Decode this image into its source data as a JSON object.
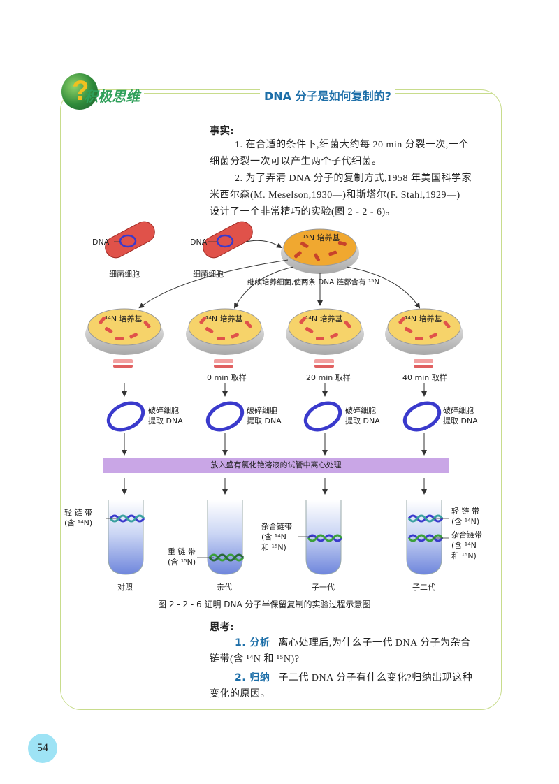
{
  "header": {
    "section_title": "积极思维",
    "question": "DNA 分子是如何复制的?"
  },
  "facts": {
    "heading": "事实:",
    "para1": [
      "1. 在合适的条件下,细菌大约每 20 min 分裂一次,一个",
      "细菌分裂一次可以产生两个子代细菌。"
    ],
    "para2": [
      "2. 为了弄清 DNA 分子的复制方式,1958 年美国科学家",
      "米西尔森(M. Meselson,1930—)和斯塔尔(F. Stahl,1929—)",
      "设计了一个非常精巧的实验(图 2 - 2 - 6)。"
    ]
  },
  "figure": {
    "dna_label_1": "DNA",
    "dna_label_2": "DNA",
    "cell_label_1": "细菌细胞",
    "cell_label_2": "细菌细胞",
    "top_dish": "¹⁵N 培养基",
    "continue_label": "继续培养细菌,使两条 DNA 链都含有 ¹⁵N",
    "dishes": [
      "¹⁴N 培养基",
      "¹⁴N 培养基",
      "¹⁴N 培养基",
      "¹⁴N 培养基"
    ],
    "samples": [
      "0 min 取样",
      "20 min 取样",
      "40 min 取样"
    ],
    "extract": [
      "破碎细胞",
      "提取 DNA"
    ],
    "centrifuge": "放入盛有氯化铯溶液的试管中离心处理",
    "light_band": [
      "轻 链 带",
      "(含 ¹⁴N)"
    ],
    "heavy_band": [
      "重 链 带",
      "(含 ¹⁵N)"
    ],
    "hybrid_band": [
      "杂合链带",
      "(含 ¹⁴N",
      "和 ¹⁵N)"
    ],
    "tubes": [
      "对照",
      "亲代",
      "子一代",
      "子二代"
    ],
    "caption": "图 2 - 2 - 6   证明 DNA 分子半保留复制的实验过程示意图"
  },
  "think": {
    "heading": "思考:",
    "q1_tag": "1. 分析",
    "q1": "离心处理后,为什么子一代 DNA 分子为杂合",
    "q1b": "链带(含 ¹⁴N 和 ¹⁵N)?",
    "q2_tag": "2. 归纳",
    "q2": "子二代 DNA 分子有什么变化?归纳出现这种",
    "q2b": "变化的原因。"
  },
  "page_number": "54",
  "colors": {
    "frame": "#c8dc8c",
    "title_green": "#2fa05a",
    "question_blue": "#1c6ea8",
    "band_purple": "#c9a6e6",
    "dna_ring": "#3a3acc",
    "bacterium": "#e0524a",
    "medium": "#f6d36a"
  }
}
